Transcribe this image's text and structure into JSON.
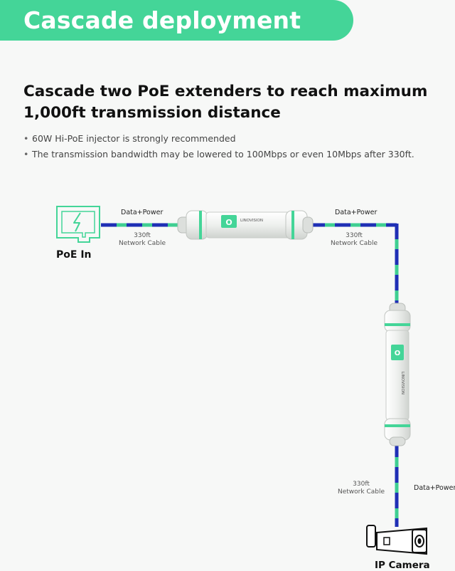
{
  "banner": {
    "title": "Cascade deployment"
  },
  "heading": "Cascade two PoE extenders to reach maximum 1,000ft transmission distance",
  "bullets": [
    "60W Hi-PoE injector is strongly recommended",
    "The transmission bandwidth may be lowered to 100Mbps or even 10Mbps after 330ft."
  ],
  "diagram": {
    "source_label": "PoE In",
    "destination_label": "IP Camera",
    "extender_brand": "LINOVISION",
    "segments": [
      {
        "signal": "Data+Power",
        "distance": "330ft",
        "cable": "Network Cable"
      },
      {
        "signal": "Data+Power",
        "distance": "330ft",
        "cable": "Network Cable"
      },
      {
        "signal": "Data+Power",
        "distance": "330ft",
        "cable": "Network Cable"
      }
    ],
    "colors": {
      "accent": "#44d598",
      "cable_blue": "#1f2fb5",
      "cable_green": "#3fcf92"
    }
  }
}
